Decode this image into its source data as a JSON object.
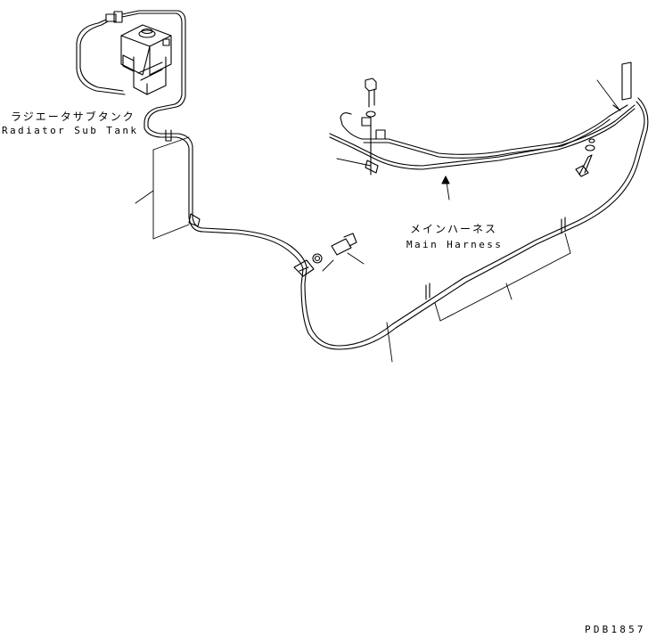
{
  "labels": {
    "radiator_sub_tank_jp": "ラジエータサブタンク",
    "radiator_sub_tank_en": "Radiator Sub Tank",
    "main_harness_jp": "メインハーネス",
    "main_harness_en": "Main Harness"
  },
  "drawing_code": "PDB1857"
}
